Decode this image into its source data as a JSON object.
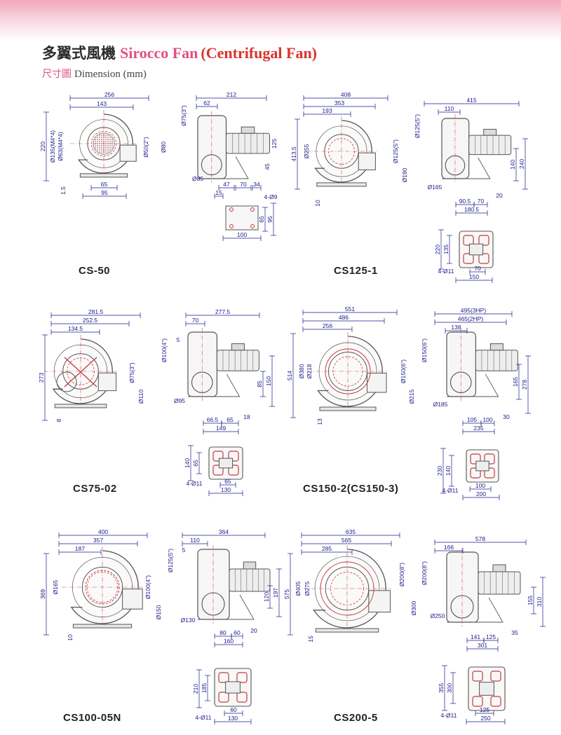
{
  "header": {
    "title_zh": "多翼式風機",
    "title_en": "Sirocco Fan",
    "title_paren": "(Centrifugal Fan)",
    "subtitle_zh": "尺寸圖",
    "subtitle_en": "Dimension (mm)"
  },
  "models": [
    {
      "name": "CS-50"
    },
    {
      "name": "CS125-1"
    },
    {
      "name": "CS75-02"
    },
    {
      "name": "CS150-2(CS150-3)"
    },
    {
      "name": "CS100-05N"
    },
    {
      "name": "CS200-5"
    }
  ],
  "dims": {
    "cs50": [
      "256",
      "143",
      "220",
      "Ø135(M4*4)",
      "Ø63(M4*4)",
      "Ø50(2\")",
      "Ø80",
      "1.5",
      "65",
      "95",
      "212",
      "62",
      "Ø75(3\")",
      "Ø85",
      "15",
      "47",
      "70",
      "34",
      "45",
      "125",
      "4-Ø9",
      "65",
      "95",
      "100"
    ],
    "cs125": [
      "408",
      "353",
      "193",
      "413.5",
      "Ø255",
      "Ø125(5\")",
      "Ø190",
      "10",
      "415",
      "110",
      "Ø125(5\")",
      "Ø165",
      "140",
      "240",
      "20",
      "90.5",
      "70",
      "180.5",
      "220",
      "135",
      "4-Ø11",
      "70",
      "150"
    ],
    "cs75": [
      "281.5",
      "252.5",
      "134.5",
      "273",
      "Ø75(3\")",
      "Ø110",
      "8",
      "277.5",
      "70",
      "5",
      "Ø100(4\")",
      "Ø95",
      "85",
      "150",
      "66.5",
      "65",
      "18",
      "149",
      "140",
      "65",
      "4-Ø11",
      "65",
      "130"
    ],
    "cs150": [
      "551",
      "486",
      "256",
      "514",
      "Ø380",
      "Ø218",
      "Ø150(6\")",
      "Ø215",
      "13",
      "495(3HP)",
      "465(2HP)",
      "138",
      "Ø150(6\")",
      "Ø185",
      "165",
      "278",
      "105",
      "100",
      "30",
      "235",
      "230",
      "140",
      "4-Ø11",
      "100",
      "200"
    ],
    "cs100": [
      "400",
      "357",
      "187",
      "369",
      "Ø165",
      "Ø100(4\")",
      "Ø150",
      "10",
      "364",
      "110",
      "5",
      "Ø125(5\")",
      "Ø130",
      "120",
      "197",
      "80",
      "60",
      "20",
      "160",
      "210",
      "185",
      "4-Ø11",
      "60",
      "130"
    ],
    "cs200": [
      "635",
      "565",
      "285",
      "575",
      "Ø405",
      "Ø275",
      "Ø200(8\")",
      "Ø300",
      "15",
      "578",
      "166",
      "Ø200(8\")",
      "Ø250",
      "155",
      "310",
      "141",
      "125",
      "35",
      "301",
      "355",
      "300",
      "4-Ø11",
      "125",
      "250"
    ]
  }
}
